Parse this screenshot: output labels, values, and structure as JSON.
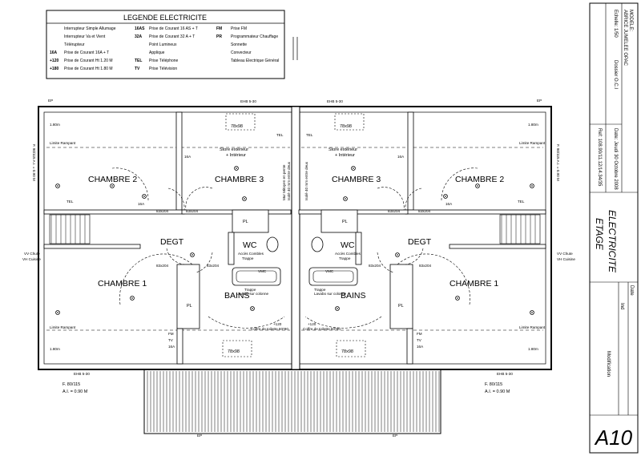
{
  "legend": {
    "title": "LEGENDE ELECTRICITE",
    "col1": [
      {
        "sym": "",
        "text": "Interrupteur Simple Allumage"
      },
      {
        "sym": "",
        "text": "Interrupteur Va et Vient"
      },
      {
        "sym": "",
        "text": "Télérupteur"
      },
      {
        "sym": "16A",
        "text": "Prise de Courant 16A + T"
      },
      {
        "sym": "+120",
        "text": "Prise de Courant Ht 1.20 M"
      },
      {
        "sym": "+180",
        "text": "Prise de Courant Ht 1.80 M"
      }
    ],
    "col2": [
      {
        "sym": "16AS",
        "text": "Prise de Courant 16 AS + T"
      },
      {
        "sym": "32A",
        "text": "Prise de Courant 32 A + T"
      },
      {
        "sym": "",
        "text": "Point Lumineux"
      },
      {
        "sym": "",
        "text": "Applique"
      },
      {
        "sym": "TEL",
        "text": "Prise Téléphone"
      },
      {
        "sym": "TV",
        "text": "Prise Télévision"
      }
    ],
    "col3": [
      {
        "sym": "FM",
        "text": "Prise FM"
      },
      {
        "sym": "PR",
        "text": "Programmateur Chauffage"
      },
      {
        "sym": "",
        "text": "Sonnette"
      },
      {
        "sym": "",
        "text": "Convecteur"
      },
      {
        "sym": "",
        "text": "Tableau Electrique Général"
      }
    ]
  },
  "titleblock": {
    "model": "MODELE:",
    "project": "ABRICE JUMELEE OPAC",
    "scale": "Echelle: 1/50",
    "dossier": "Dossier O.C.I",
    "ref": "Ref: 108.90/11.12/14.34/35",
    "date": "Date: Jeudi 30 Octobre 2008",
    "sheet_title": "ELECTRICITE",
    "sheet_sub": "ETAGE",
    "col_date": "Date",
    "col_ind": "Ind",
    "col_mod": "Modification",
    "sheet_no": "A10"
  },
  "rooms": {
    "chambre2": "CHAMBRE 2",
    "chambre3": "CHAMBRE 3",
    "chambre1": "CHAMBRE 1",
    "degt": "DEGT",
    "wc": "WC",
    "bains": "BAINS",
    "pl": "PL"
  },
  "labels": {
    "ehb_top": "EHB 5-30",
    "ehb_bot": "EHB 5-30",
    "limite": "Limite Rampant",
    "h180": "1.80m",
    "door": "83x204",
    "window_top": "78x98",
    "window_bot": "78x98",
    "store1": "Store extérieur",
    "store2": "+ Intérieur",
    "acces1": "Accès Combles",
    "acces2": "Trappe",
    "trappe1": "Trappe",
    "trappe2": "Lavabo sur colonne",
    "coffre": "Coffre de toilette 60*90",
    "vmc": "VMC",
    "f_dim": "F. 80/115",
    "ai": "A.I. = 0.90 M",
    "vv": "VV Chute",
    "vv2": "VH Cuisine",
    "ep": "EP",
    "mid1": "Mur Mitoyen en pente",
    "mid2": "Isolé 40 mm entre deux",
    "fm": "FM",
    "tv": "TV",
    "tel": "TEL",
    "a16": "16A",
    "a120": "+120",
    "side_left": "F. 80/115  A.I. = 0.90 M",
    "side_right": "F. 80/115  A.I. = 0.90 M"
  }
}
